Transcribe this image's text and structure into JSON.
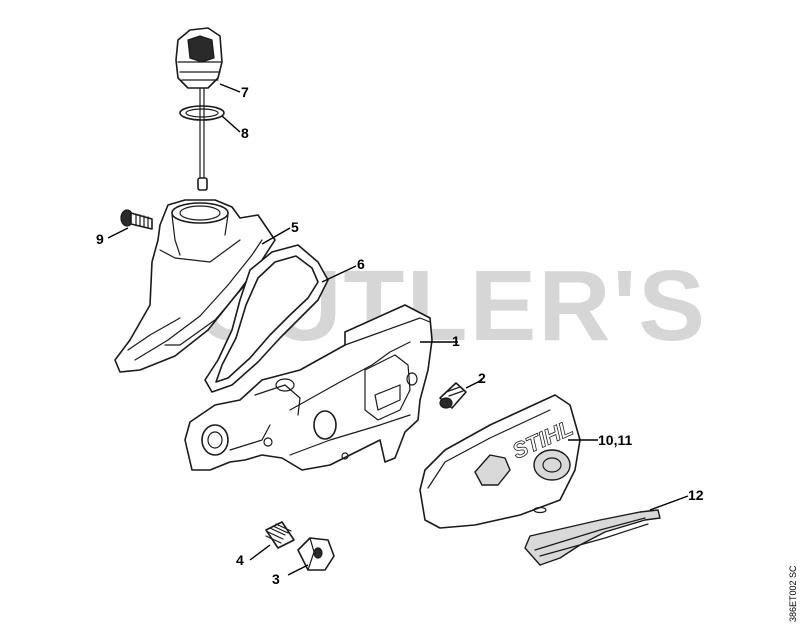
{
  "watermark": "CUTLER'S",
  "drawing_code": "386ET002 SC",
  "cover_brand": "STIHL",
  "callouts": {
    "c1": "1",
    "c2": "2",
    "c3": "3",
    "c4": "4",
    "c5": "5",
    "c6": "6",
    "c7": "7",
    "c8": "8",
    "c9": "9",
    "c10": "10,11",
    "c12": "12"
  },
  "colors": {
    "line": "#1a1a1a",
    "watermark": "#d6d6d6",
    "background": "#ffffff"
  }
}
